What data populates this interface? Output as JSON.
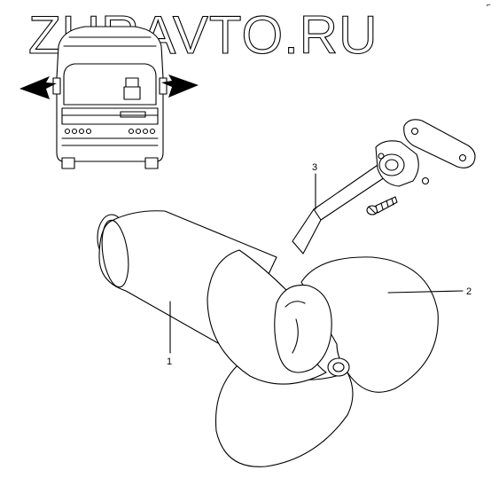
{
  "watermark": {
    "text": "ZURAVTO.RU"
  },
  "corner_mark": {
    "text": "⌐"
  },
  "callouts": [
    {
      "number": "1"
    },
    {
      "number": "2"
    },
    {
      "number": "3"
    }
  ],
  "icons": {
    "locator": "bus-front-locator-icon",
    "arrow": "pointer-arrow-icon"
  },
  "colors": {
    "ink": "#000000",
    "paper": "#ffffff"
  }
}
